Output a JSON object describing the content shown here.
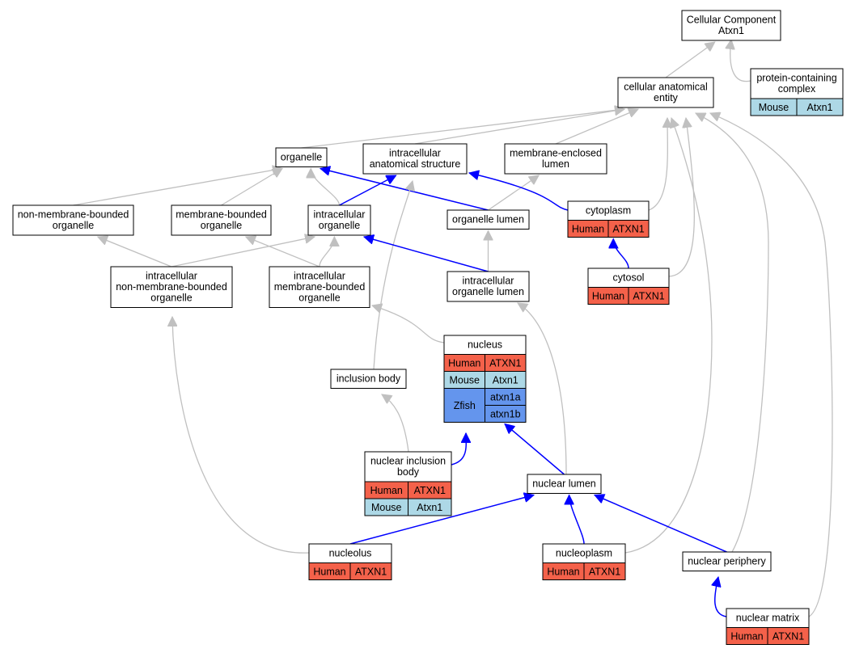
{
  "colors": {
    "human": "#f4614a",
    "mouse": "#add8e6",
    "zfish": "#6495ed",
    "edge_is_a": "#c0c0c0",
    "edge_part_of": "#0000ff"
  },
  "nodes": {
    "cellular_component": {
      "lines": [
        "Cellular Component",
        "Atxn1"
      ]
    },
    "cellular_anatomical_entity": {
      "lines": [
        "cellular anatomical",
        "entity"
      ]
    },
    "protein_containing_complex": {
      "lines": [
        "protein-containing",
        "complex"
      ],
      "annotations": [
        {
          "species": "Mouse",
          "genes": [
            "Atxn1"
          ]
        }
      ]
    },
    "organelle": {
      "lines": [
        "organelle"
      ]
    },
    "intracellular_anatomical_structure": {
      "lines": [
        "intracellular",
        "anatomical structure"
      ]
    },
    "membrane_enclosed_lumen": {
      "lines": [
        "membrane-enclosed",
        "lumen"
      ]
    },
    "non_membrane_bounded_organelle": {
      "lines": [
        "non-membrane-bounded",
        "organelle"
      ]
    },
    "membrane_bounded_organelle": {
      "lines": [
        "membrane-bounded",
        "organelle"
      ]
    },
    "intracellular_organelle": {
      "lines": [
        "intracellular",
        "organelle"
      ]
    },
    "organelle_lumen": {
      "lines": [
        "organelle lumen"
      ]
    },
    "cytoplasm": {
      "lines": [
        "cytoplasm"
      ],
      "annotations": [
        {
          "species": "Human",
          "genes": [
            "ATXN1"
          ]
        }
      ]
    },
    "intracellular_non_membrane_bounded_organelle": {
      "lines": [
        "intracellular",
        "non-membrane-bounded",
        "organelle"
      ]
    },
    "intracellular_membrane_bounded_organelle": {
      "lines": [
        "intracellular",
        "membrane-bounded",
        "organelle"
      ]
    },
    "intracellular_organelle_lumen": {
      "lines": [
        "intracellular",
        "organelle lumen"
      ]
    },
    "cytosol": {
      "lines": [
        "cytosol"
      ],
      "annotations": [
        {
          "species": "Human",
          "genes": [
            "ATXN1"
          ]
        }
      ]
    },
    "nucleus": {
      "lines": [
        "nucleus"
      ],
      "annotations": [
        {
          "species": "Human",
          "genes": [
            "ATXN1"
          ]
        },
        {
          "species": "Mouse",
          "genes": [
            "Atxn1"
          ]
        },
        {
          "species": "Zfish",
          "genes": [
            "atxn1a",
            "atxn1b"
          ]
        }
      ]
    },
    "inclusion_body": {
      "lines": [
        "inclusion body"
      ]
    },
    "nuclear_inclusion_body": {
      "lines": [
        "nuclear inclusion",
        "body"
      ],
      "annotations": [
        {
          "species": "Human",
          "genes": [
            "ATXN1"
          ]
        },
        {
          "species": "Mouse",
          "genes": [
            "Atxn1"
          ]
        }
      ]
    },
    "nuclear_lumen": {
      "lines": [
        "nuclear lumen"
      ]
    },
    "nucleolus": {
      "lines": [
        "nucleolus"
      ],
      "annotations": [
        {
          "species": "Human",
          "genes": [
            "ATXN1"
          ]
        }
      ]
    },
    "nucleoplasm": {
      "lines": [
        "nucleoplasm"
      ],
      "annotations": [
        {
          "species": "Human",
          "genes": [
            "ATXN1"
          ]
        }
      ]
    },
    "nuclear_periphery": {
      "lines": [
        "nuclear periphery"
      ]
    },
    "nuclear_matrix": {
      "lines": [
        "nuclear matrix"
      ],
      "annotations": [
        {
          "species": "Human",
          "genes": [
            "ATXN1"
          ]
        }
      ]
    }
  },
  "edges": [
    {
      "from": "cellular_anatomical_entity",
      "to": "cellular_component",
      "type": "is_a"
    },
    {
      "from": "protein_containing_complex",
      "to": "cellular_component",
      "type": "is_a"
    },
    {
      "from": "organelle",
      "to": "cellular_anatomical_entity",
      "type": "is_a"
    },
    {
      "from": "intracellular_anatomical_structure",
      "to": "cellular_anatomical_entity",
      "type": "is_a"
    },
    {
      "from": "membrane_enclosed_lumen",
      "to": "cellular_anatomical_entity",
      "type": "is_a"
    },
    {
      "from": "cytoplasm",
      "to": "cellular_anatomical_entity",
      "type": "is_a"
    },
    {
      "from": "cytosol",
      "to": "cellular_anatomical_entity",
      "type": "is_a"
    },
    {
      "from": "nucleoplasm",
      "to": "cellular_anatomical_entity",
      "type": "is_a"
    },
    {
      "from": "nuclear_periphery",
      "to": "cellular_anatomical_entity",
      "type": "is_a"
    },
    {
      "from": "nuclear_matrix",
      "to": "cellular_anatomical_entity",
      "type": "is_a"
    },
    {
      "from": "non_membrane_bounded_organelle",
      "to": "organelle",
      "type": "is_a"
    },
    {
      "from": "membrane_bounded_organelle",
      "to": "organelle",
      "type": "is_a"
    },
    {
      "from": "intracellular_organelle",
      "to": "organelle",
      "type": "is_a"
    },
    {
      "from": "intracellular_organelle",
      "to": "intracellular_anatomical_structure",
      "type": "part_of"
    },
    {
      "from": "organelle_lumen",
      "to": "organelle",
      "type": "part_of"
    },
    {
      "from": "organelle_lumen",
      "to": "membrane_enclosed_lumen",
      "type": "is_a"
    },
    {
      "from": "cytoplasm",
      "to": "intracellular_anatomical_structure",
      "type": "part_of"
    },
    {
      "from": "inclusion_body",
      "to": "intracellular_anatomical_structure",
      "type": "is_a"
    },
    {
      "from": "intracellular_non_membrane_bounded_organelle",
      "to": "non_membrane_bounded_organelle",
      "type": "is_a"
    },
    {
      "from": "intracellular_non_membrane_bounded_organelle",
      "to": "intracellular_organelle",
      "type": "is_a"
    },
    {
      "from": "intracellular_membrane_bounded_organelle",
      "to": "membrane_bounded_organelle",
      "type": "is_a"
    },
    {
      "from": "intracellular_membrane_bounded_organelle",
      "to": "intracellular_organelle",
      "type": "is_a"
    },
    {
      "from": "intracellular_organelle_lumen",
      "to": "organelle_lumen",
      "type": "is_a"
    },
    {
      "from": "intracellular_organelle_lumen",
      "to": "intracellular_organelle",
      "type": "part_of"
    },
    {
      "from": "cytosol",
      "to": "cytoplasm",
      "type": "part_of"
    },
    {
      "from": "nucleus",
      "to": "intracellular_membrane_bounded_organelle",
      "type": "is_a"
    },
    {
      "from": "nucleolus",
      "to": "intracellular_non_membrane_bounded_organelle",
      "type": "is_a"
    },
    {
      "from": "nuclear_lumen",
      "to": "intracellular_organelle_lumen",
      "type": "is_a"
    },
    {
      "from": "nuclear_inclusion_body",
      "to": "inclusion_body",
      "type": "is_a"
    },
    {
      "from": "nuclear_inclusion_body",
      "to": "nucleus",
      "type": "part_of"
    },
    {
      "from": "nuclear_lumen",
      "to": "nucleus",
      "type": "part_of"
    },
    {
      "from": "nucleolus",
      "to": "nuclear_lumen",
      "type": "part_of"
    },
    {
      "from": "nucleoplasm",
      "to": "nuclear_lumen",
      "type": "part_of"
    },
    {
      "from": "nuclear_periphery",
      "to": "nuclear_lumen",
      "type": "part_of"
    },
    {
      "from": "nuclear_matrix",
      "to": "nuclear_periphery",
      "type": "part_of"
    }
  ]
}
